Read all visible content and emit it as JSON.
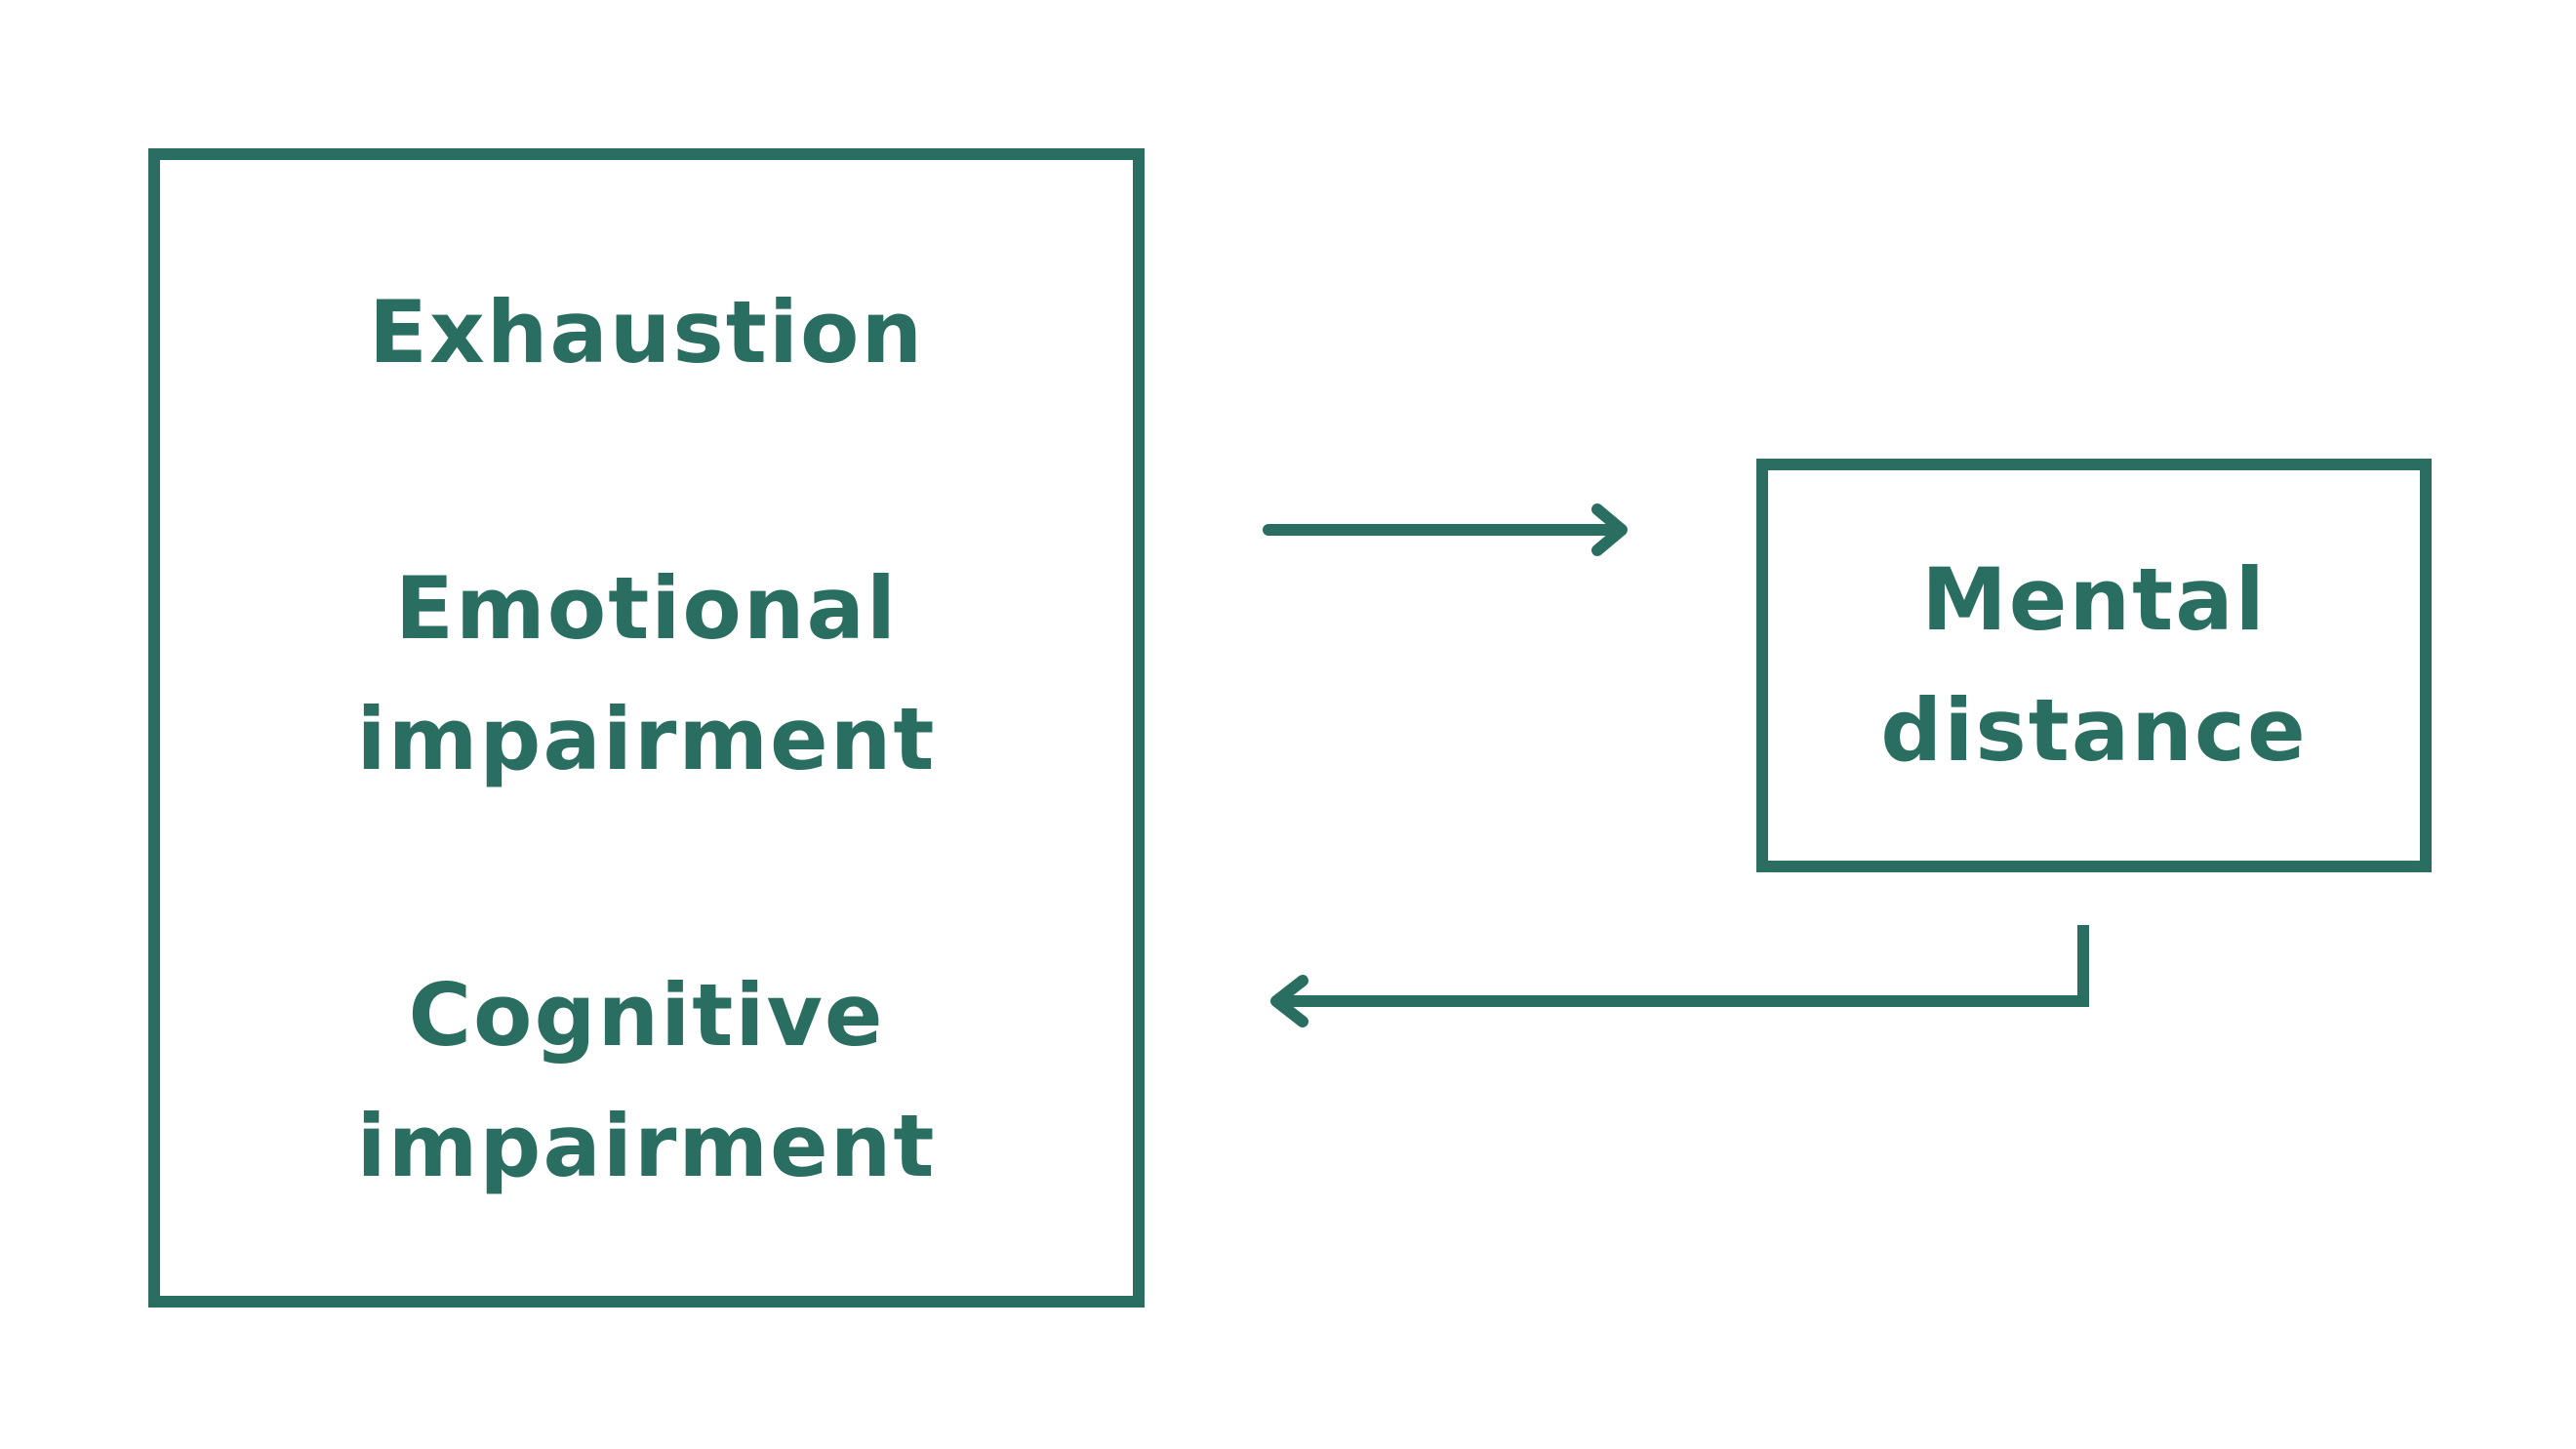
{
  "diagram": {
    "left_box": {
      "items": [
        "Exhaustion",
        "Emotional\nimpairment",
        "Cognitive\nimpairment"
      ]
    },
    "right_box": {
      "label": "Mental\ndistance"
    },
    "colors": {
      "accent": "#2a6e62",
      "background": "#ffffff"
    }
  }
}
